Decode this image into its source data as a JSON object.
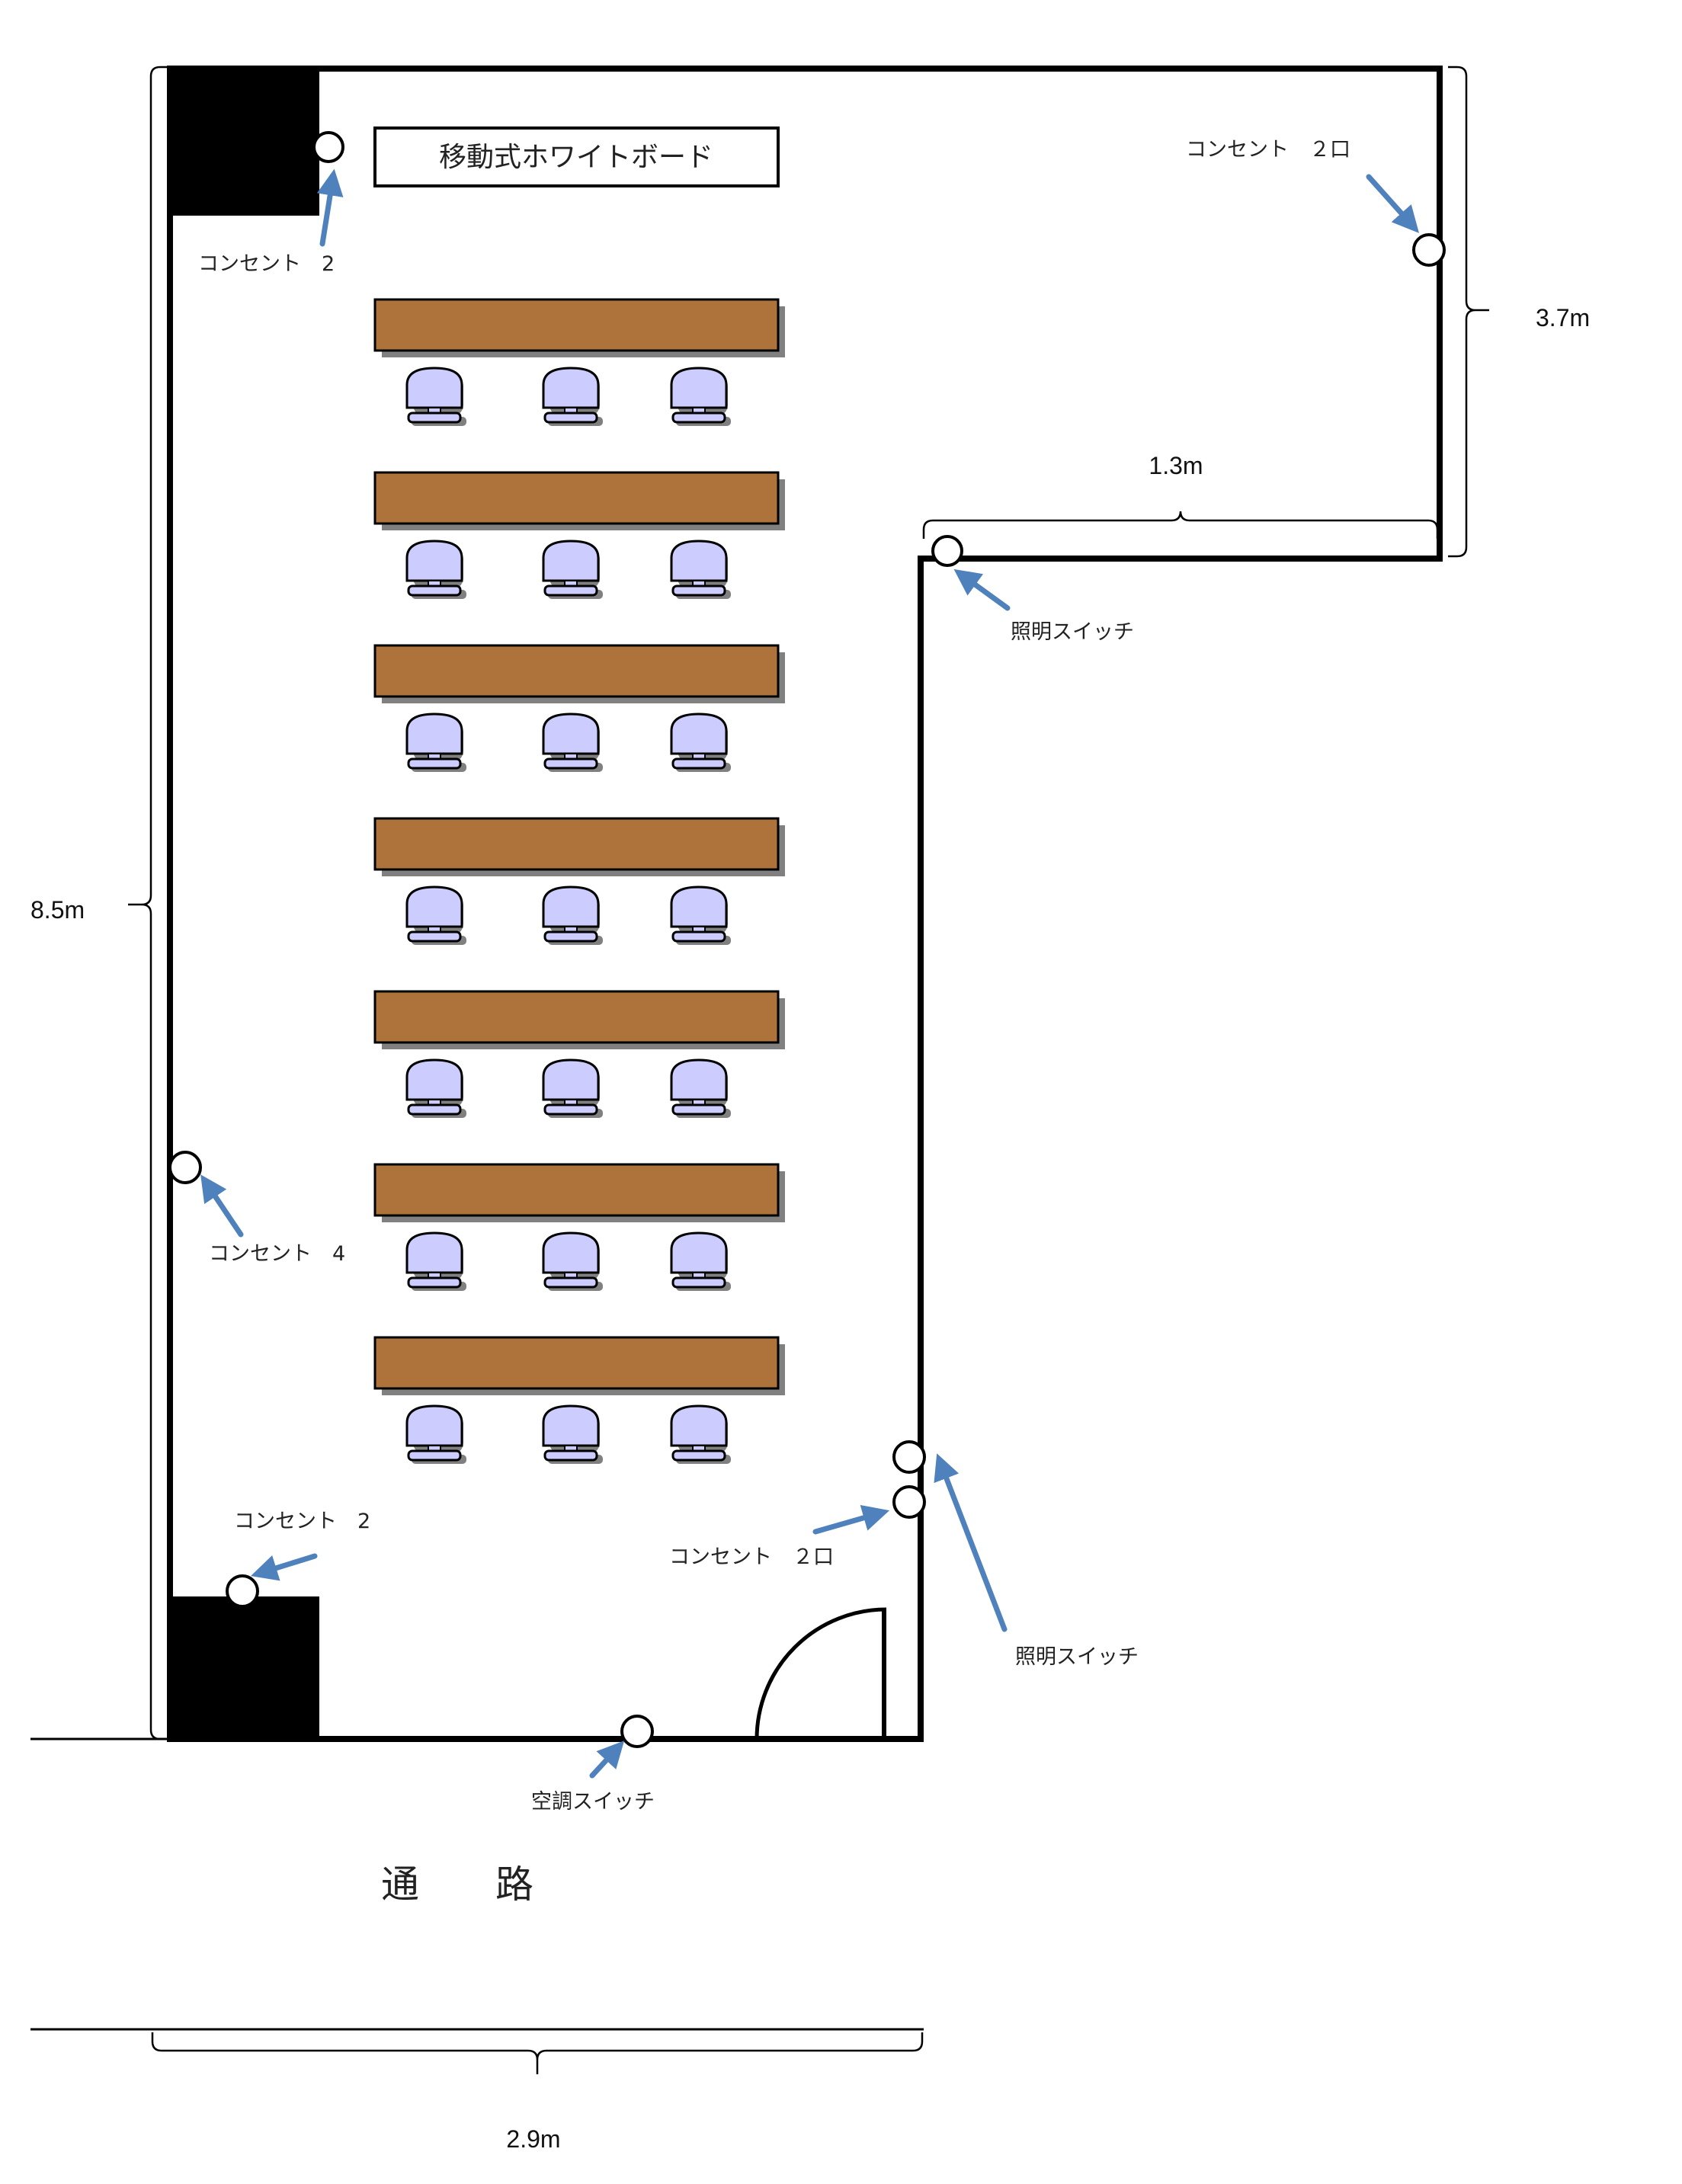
{
  "whiteboard": {
    "label": "移動式ホワイトボード"
  },
  "outlets": {
    "top_left": "コンセント　2",
    "top_right": "コンセント　２口",
    "left_wall": "コンセント　4",
    "bottom_left": "コンセント　2",
    "bottom_right": "コンセント　２口"
  },
  "switches": {
    "light_upper": "照明スイッチ",
    "light_lower": "照明スイッチ",
    "aircon": "空調スイッチ"
  },
  "corridor": {
    "label": "通　　路"
  },
  "dimensions": {
    "left_height": "8.5m",
    "right_height": "3.7m",
    "step_width": "1.3m",
    "bottom_width": "2.9m"
  },
  "layout": {
    "desk_rows": 7,
    "chairs_per_row": 3,
    "colors": {
      "desk_fill": "#ae723b",
      "chair_fill": "#ccccff",
      "arrow": "#4f81bd",
      "wall": "#000000",
      "pillar": "#000000",
      "shadow": "#808080"
    }
  }
}
